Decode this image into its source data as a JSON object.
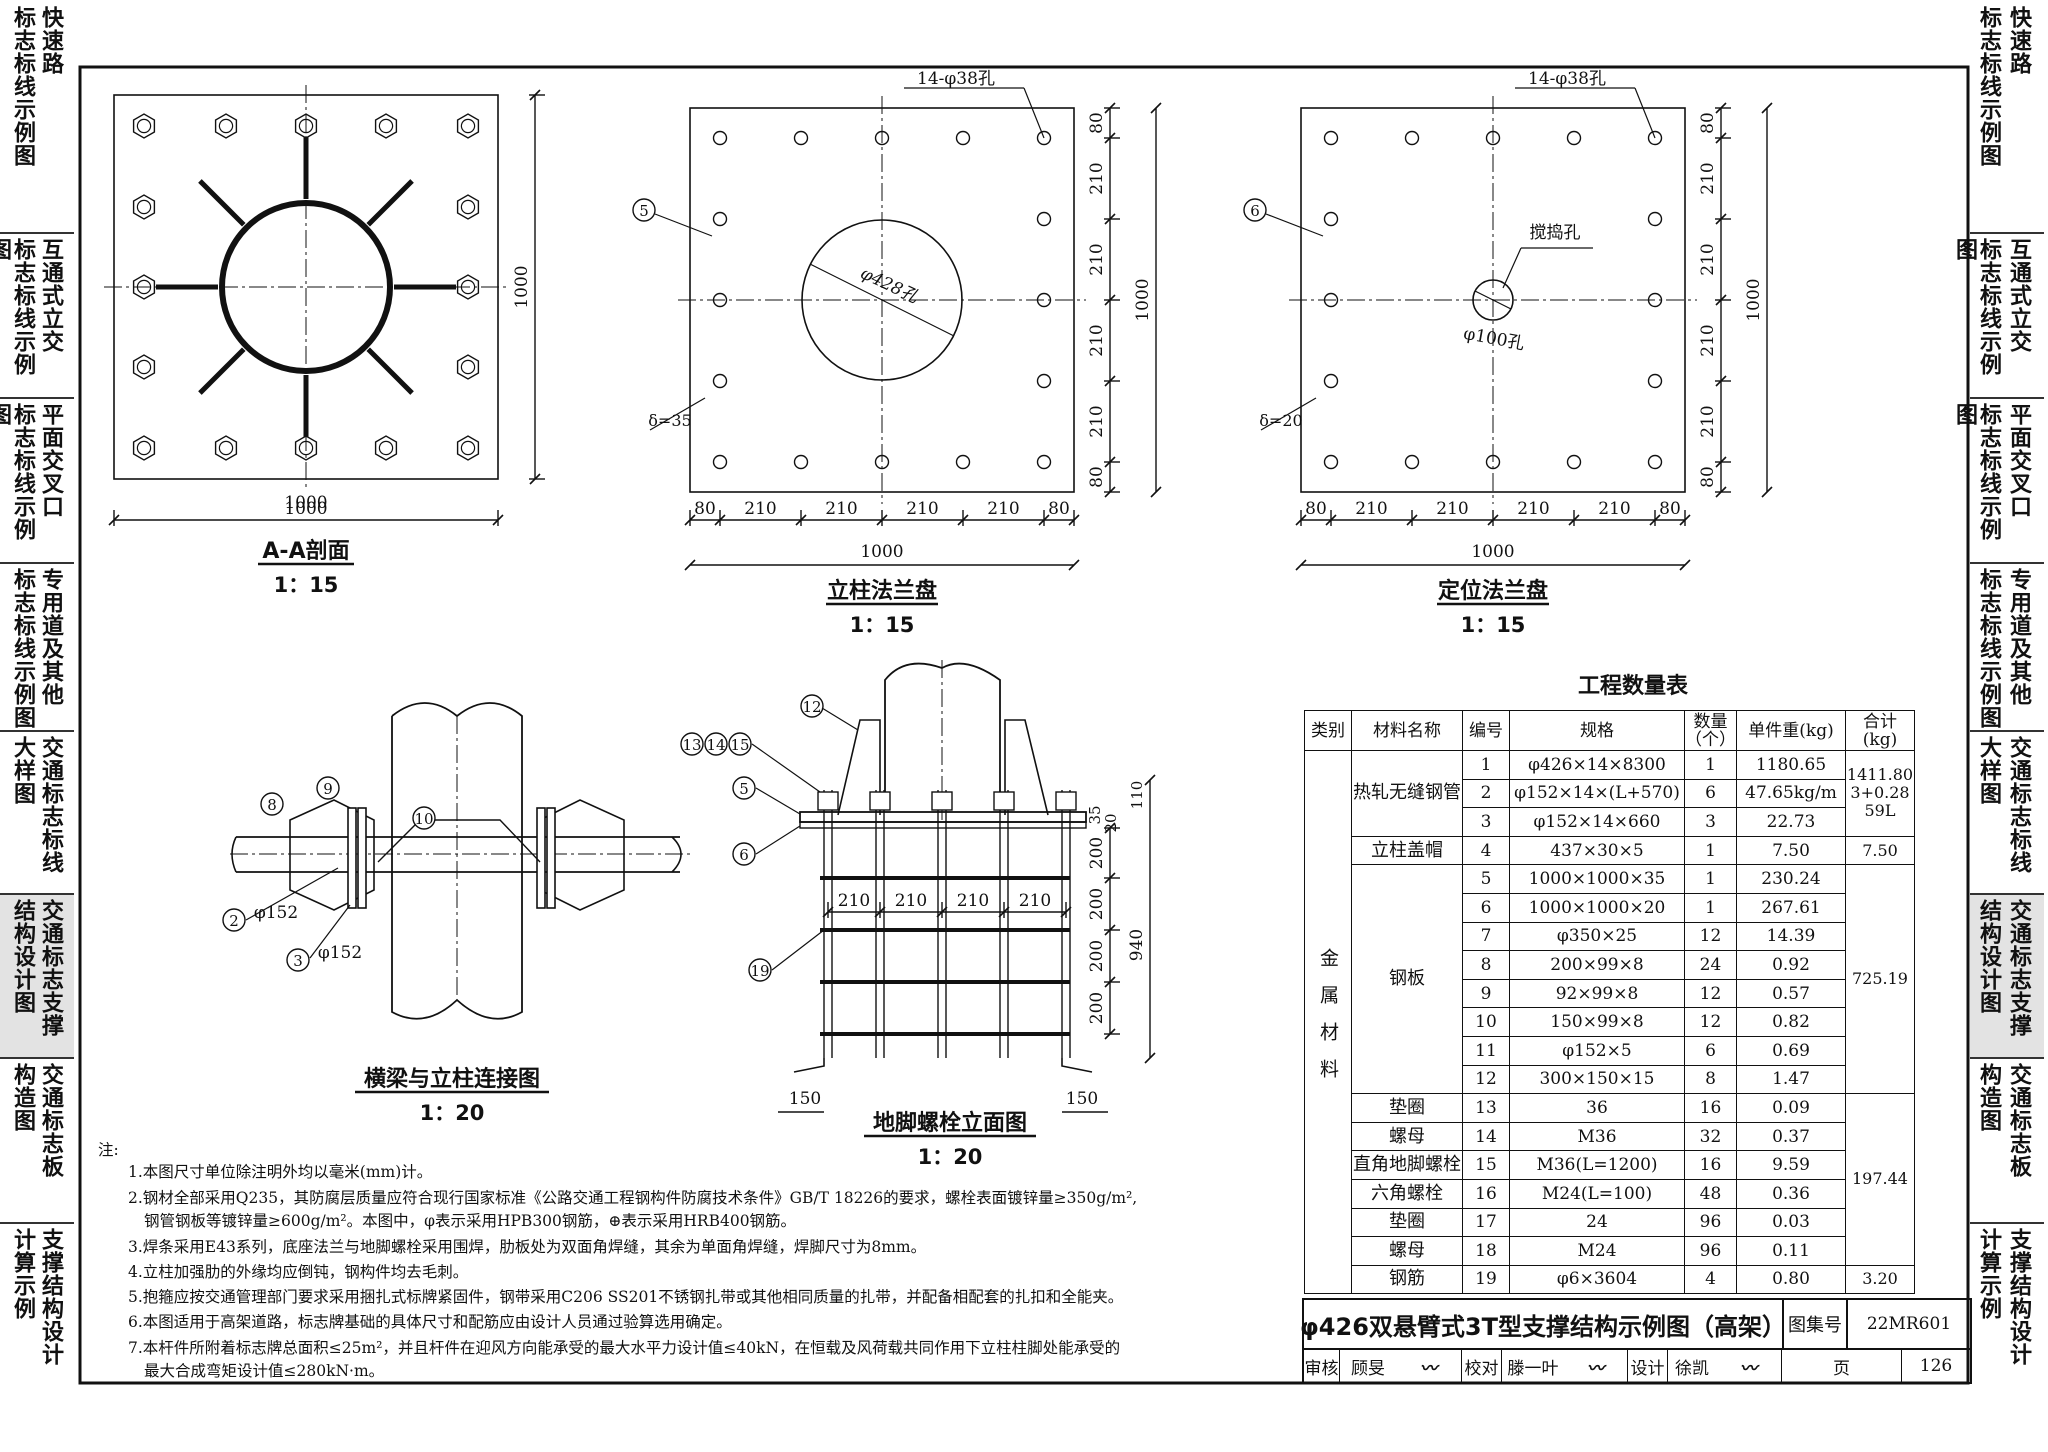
{
  "left_tabs": [
    {
      "col1": "标志标线示例图",
      "col2": "快速路"
    },
    {
      "col1": "标志标线示例图",
      "col2": "互通式立交"
    },
    {
      "col1": "标志标线示例图",
      "col2": "平面交叉口"
    },
    {
      "col1": "标志标线示例图",
      "col2": "专用道及其他"
    },
    {
      "col1": "大样图",
      "col2": "交通标志标线"
    },
    {
      "col1": "结构设计图",
      "col2": "交通标志支撑"
    },
    {
      "col1": "构造图",
      "col2": "交通标志板"
    },
    {
      "col1": "计算示例",
      "col2": "支撑结构设计"
    }
  ],
  "right_tabs": [
    {
      "col1": "标志标线示例图",
      "col2": "快速路"
    },
    {
      "col1": "标志标线示例图",
      "col2": "互通式立交"
    },
    {
      "col1": "标志标线示例图",
      "col2": "平面交叉口"
    },
    {
      "col1": "标志标线示例图",
      "col2": "专用道及其他"
    },
    {
      "col1": "大样图",
      "col2": "交通标志标线"
    },
    {
      "col1": "结构设计图",
      "col2": "交通标志支撑"
    },
    {
      "col1": "构造图",
      "col2": "交通标志板"
    },
    {
      "col1": "计算示例",
      "col2": "支撑结构设计"
    }
  ],
  "views": {
    "aa_section": {
      "title": "A-A剖面",
      "scale": "1：15",
      "dim_width": "1000",
      "dim_height": "1000"
    },
    "column_flange": {
      "title": "立柱法兰盘",
      "scale": "1：15",
      "hole_label": "14-φ38孔",
      "center_label": "φ428孔",
      "thickness": "δ=35",
      "callout": "5",
      "dims_h": [
        "80",
        "210",
        "210",
        "210",
        "210",
        "80"
      ],
      "dim_total": "1000",
      "dims_v": [
        "80",
        "210",
        "210",
        "210",
        "210",
        "80"
      ],
      "dim_v_total": "1000"
    },
    "locating_flange": {
      "title": "定位法兰盘",
      "scale": "1：15",
      "hole_label": "14-φ38孔",
      "stir_label": "搅捣孔",
      "center_label": "φ100孔",
      "thickness": "δ=20",
      "callout": "6",
      "dims_h": [
        "80",
        "210",
        "210",
        "210",
        "210",
        "80"
      ],
      "dim_total": "1000",
      "dims_v": [
        "80",
        "210",
        "210",
        "210",
        "210",
        "80"
      ],
      "dim_v_total": "1000"
    },
    "beam_column": {
      "title": "横梁与立柱连接图",
      "scale": "1：20",
      "callouts": [
        "8",
        "9",
        "10",
        "2",
        "3"
      ],
      "pipe_label_a": "φ152",
      "pipe_label_b": "φ152"
    },
    "anchor_bolt": {
      "title": "地脚螺栓立面图",
      "scale": "1：20",
      "callouts": [
        "12",
        "13",
        "14",
        "15",
        "5",
        "6",
        "19"
      ],
      "dims_h": [
        "210",
        "210",
        "210",
        "210"
      ],
      "dims_v": [
        "200",
        "200",
        "200",
        "200"
      ],
      "dim_right_a": "35",
      "dim_right_b": "20",
      "dim_right_c": "110",
      "dim_total": "940",
      "dim_foot_left": "150",
      "dim_foot_right": "150"
    }
  },
  "notes": {
    "title": "注:",
    "items": [
      "1.本图尺寸单位除注明外均以毫米(mm)计。",
      "2.钢材全部采用Q235，其防腐层质量应符合现行国家标准《公路交通工程钢构件防腐技术条件》GB/T 18226的要求，螺栓表面镀锌量≥350g/m²,",
      "钢管钢板等镀锌量≥600g/m²。本图中，φ表示采用HPB300钢筋，⊕表示采用HRB400钢筋。",
      "3.焊条采用E43系列，底座法兰与地脚螺栓采用围焊，肋板处为双面角焊缝，其余为单面角焊缝，焊脚尺寸为8mm。",
      "4.立柱加强肋的外缘均应倒钝，钢构件均去毛刺。",
      "5.抱箍应按交通管理部门要求采用捆扎式标牌紧固件，钢带采用C206 SS201不锈钢扎带或其他相同质量的扎带，并配备相配套的扎扣和全能夹。",
      "6.本图适用于高架道路，标志牌基础的具体尺寸和配筋应由设计人员通过验算选用确定。",
      "7.本杆件所附着标志牌总面积≤25m²，并且杆件在迎风方向能承受的最大水平力设计值≤40kN，在恒载及风荷载共同作用下立柱柱脚处能承受的",
      "最大合成弯矩设计值≤280kN·m。"
    ]
  },
  "quantity_table": {
    "title": "工程数量表",
    "headers": [
      "类别",
      "材料名称",
      "编号",
      "规格",
      "数量（个）",
      "单件重(kg)",
      "合计(kg)"
    ],
    "category": "金属材料",
    "groups": [
      {
        "name": "热轧无缝钢管",
        "total": "1411.803+0.2859L",
        "rows": [
          {
            "no": "1",
            "spec": "φ426×14×8300",
            "qty": "1",
            "unit": "1180.65"
          },
          {
            "no": "2",
            "spec": "φ152×14×(L+570)",
            "qty": "6",
            "unit": "47.65kg/m"
          },
          {
            "no": "3",
            "spec": "φ152×14×660",
            "qty": "3",
            "unit": "22.73"
          }
        ]
      },
      {
        "name": "立柱盖帽",
        "total": "7.50",
        "rows": [
          {
            "no": "4",
            "spec": "437×30×5",
            "qty": "1",
            "unit": "7.50"
          }
        ]
      },
      {
        "name": "钢板",
        "total": "725.19",
        "rows": [
          {
            "no": "5",
            "spec": "1000×1000×35",
            "qty": "1",
            "unit": "230.24"
          },
          {
            "no": "6",
            "spec": "1000×1000×20",
            "qty": "1",
            "unit": "267.61"
          },
          {
            "no": "7",
            "spec": "φ350×25",
            "qty": "12",
            "unit": "14.39"
          },
          {
            "no": "8",
            "spec": "200×99×8",
            "qty": "24",
            "unit": "0.92"
          },
          {
            "no": "9",
            "spec": "92×99×8",
            "qty": "12",
            "unit": "0.57"
          },
          {
            "no": "10",
            "spec": "150×99×8",
            "qty": "12",
            "unit": "0.82"
          },
          {
            "no": "11",
            "spec": "φ152×5",
            "qty": "6",
            "unit": "0.69"
          },
          {
            "no": "12",
            "spec": "300×150×15",
            "qty": "8",
            "unit": "1.47"
          }
        ]
      },
      {
        "name": "垫圈",
        "total": "197.44",
        "rows": [
          {
            "no": "13",
            "spec": "36",
            "qty": "16",
            "unit": "0.09"
          }
        ]
      },
      {
        "name": "螺母",
        "total": "",
        "rows": [
          {
            "no": "14",
            "spec": "M36",
            "qty": "32",
            "unit": "0.37"
          }
        ]
      },
      {
        "name": "直角地脚螺栓",
        "total": "",
        "rows": [
          {
            "no": "15",
            "spec": "M36(L=1200)",
            "qty": "16",
            "unit": "9.59"
          }
        ]
      },
      {
        "name": "六角螺栓",
        "total": "",
        "rows": [
          {
            "no": "16",
            "spec": "M24(L=100)",
            "qty": "48",
            "unit": "0.36"
          }
        ]
      },
      {
        "name": "垫圈",
        "total": "",
        "rows": [
          {
            "no": "17",
            "spec": "24",
            "qty": "96",
            "unit": "0.03"
          }
        ]
      },
      {
        "name": "螺母",
        "total": "",
        "rows": [
          {
            "no": "18",
            "spec": "M24",
            "qty": "96",
            "unit": "0.11"
          }
        ]
      },
      {
        "name": "钢筋",
        "total": "3.20",
        "rows": [
          {
            "no": "19",
            "spec": "φ6×3604",
            "qty": "4",
            "unit": "0.80"
          }
        ]
      }
    ]
  },
  "title_block": {
    "title": "φ426双悬臂式3T型支撑结构示例图（高架）",
    "atlas_label": "图集号",
    "atlas_no": "22MR601",
    "review_label": "审核",
    "reviewer": "顾旻",
    "check_label": "校对",
    "checker": "滕一叶",
    "design_label": "设计",
    "designer": "徐凯",
    "page_label": "页",
    "page_no": "126"
  }
}
